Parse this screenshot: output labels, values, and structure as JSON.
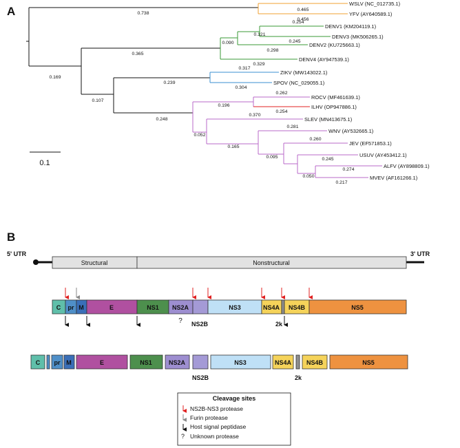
{
  "panels": {
    "a": "A",
    "b": "B"
  },
  "tree": {
    "taxa": [
      {
        "label": "WSLV (NC_012735.1)",
        "branch": "0.465",
        "color": "#f0a030"
      },
      {
        "label": "YFV (AY640589.1)",
        "branch": "0.456",
        "color": "#f0a030"
      },
      {
        "label": "DENV1 (KM204119.1)",
        "branch": "0.254",
        "color": "#3a9a35"
      },
      {
        "label": "DENV3 (MK506265.1)",
        "branch": "0.245",
        "color": "#3a9a35"
      },
      {
        "label": "DENV2 (KU725663.1)",
        "branch": "0.298",
        "color": "#3a9a35"
      },
      {
        "label": "DENV4 (AY947539.1)",
        "branch": "0.329",
        "color": "#3a9a35"
      },
      {
        "label": "ZIKV (MW143022.1)",
        "branch": "0.317",
        "color": "#3a8fd0"
      },
      {
        "label": "SPOV (NC_029055.1)",
        "branch": "0.304",
        "color": "#3a8fd0"
      },
      {
        "label": "ROCV (MF461639.1)",
        "branch": "0.262",
        "color": "#b868c8"
      },
      {
        "label": "ILHV (OP947886.1)",
        "branch": "0.254",
        "color": "#e02020"
      },
      {
        "label": "SLEV (MN413675.1)",
        "branch": "0.370",
        "color": "#b868c8"
      },
      {
        "label": "WNV (AY532665.1)",
        "branch": "0.281",
        "color": "#b868c8"
      },
      {
        "label": "JEV (EF571853.1)",
        "branch": "0.260",
        "color": "#b868c8"
      },
      {
        "label": "USUV (AY453412.1)",
        "branch": "0.245",
        "color": "#b868c8"
      },
      {
        "label": "ALFV (AY898809.1)",
        "branch": "0.274",
        "color": "#b868c8"
      },
      {
        "label": "MVEV (AF161266.1)",
        "branch": "0.217",
        "color": "#b868c8"
      }
    ],
    "internal_branches": {
      "root_to_yf": "0.738",
      "root_to_main": "0.169",
      "main_to_dengue": "0.365",
      "dengue_13": "0.121",
      "dengue_123": "0.090",
      "main_to_rest": "0.107",
      "zika_spondweni": "0.239",
      "main_to_purple": "0.248",
      "rocio_ilheus": "0.196",
      "purple_inner": "0.052",
      "je_group": "0.165",
      "jev_usuv_alfv": "0.095",
      "alfv_mvev": "0.050"
    },
    "scale_bar": "0.1"
  },
  "genome": {
    "utr5": "5' UTR",
    "utr3": "3' UTR",
    "structural": "Structural",
    "nonstructural": "Nonstructural",
    "polyprotein": [
      "C",
      "pr",
      "M",
      "E",
      "NS1",
      "NS2A",
      "NS2B",
      "NS3",
      "NS4A",
      "2k",
      "NS4B",
      "NS5"
    ],
    "unknown_mark": "?",
    "colors": {
      "C": "#5fbfaa",
      "pr": "#4f8fc8",
      "M": "#3a6fb8",
      "E": "#b050a0",
      "NS1": "#4d8f4d",
      "NS2A": "#9d8ed0",
      "NS2B": "#a49ad6",
      "NS3": "#bfe0f6",
      "NS4A": "#f5d35a",
      "2k": "#909090",
      "NS4B": "#f5d35a",
      "NS5": "#ee9240"
    }
  },
  "legend": {
    "title": "Cleavage sites",
    "items": [
      {
        "label": "NS2B-NS3 protease",
        "color": "#e02020"
      },
      {
        "label": "Furin protease",
        "color": "#8a8a8a"
      },
      {
        "label": "Host signal peptidase",
        "color": "#111111"
      },
      {
        "label": "Unknown protease",
        "mark": "?"
      }
    ]
  }
}
